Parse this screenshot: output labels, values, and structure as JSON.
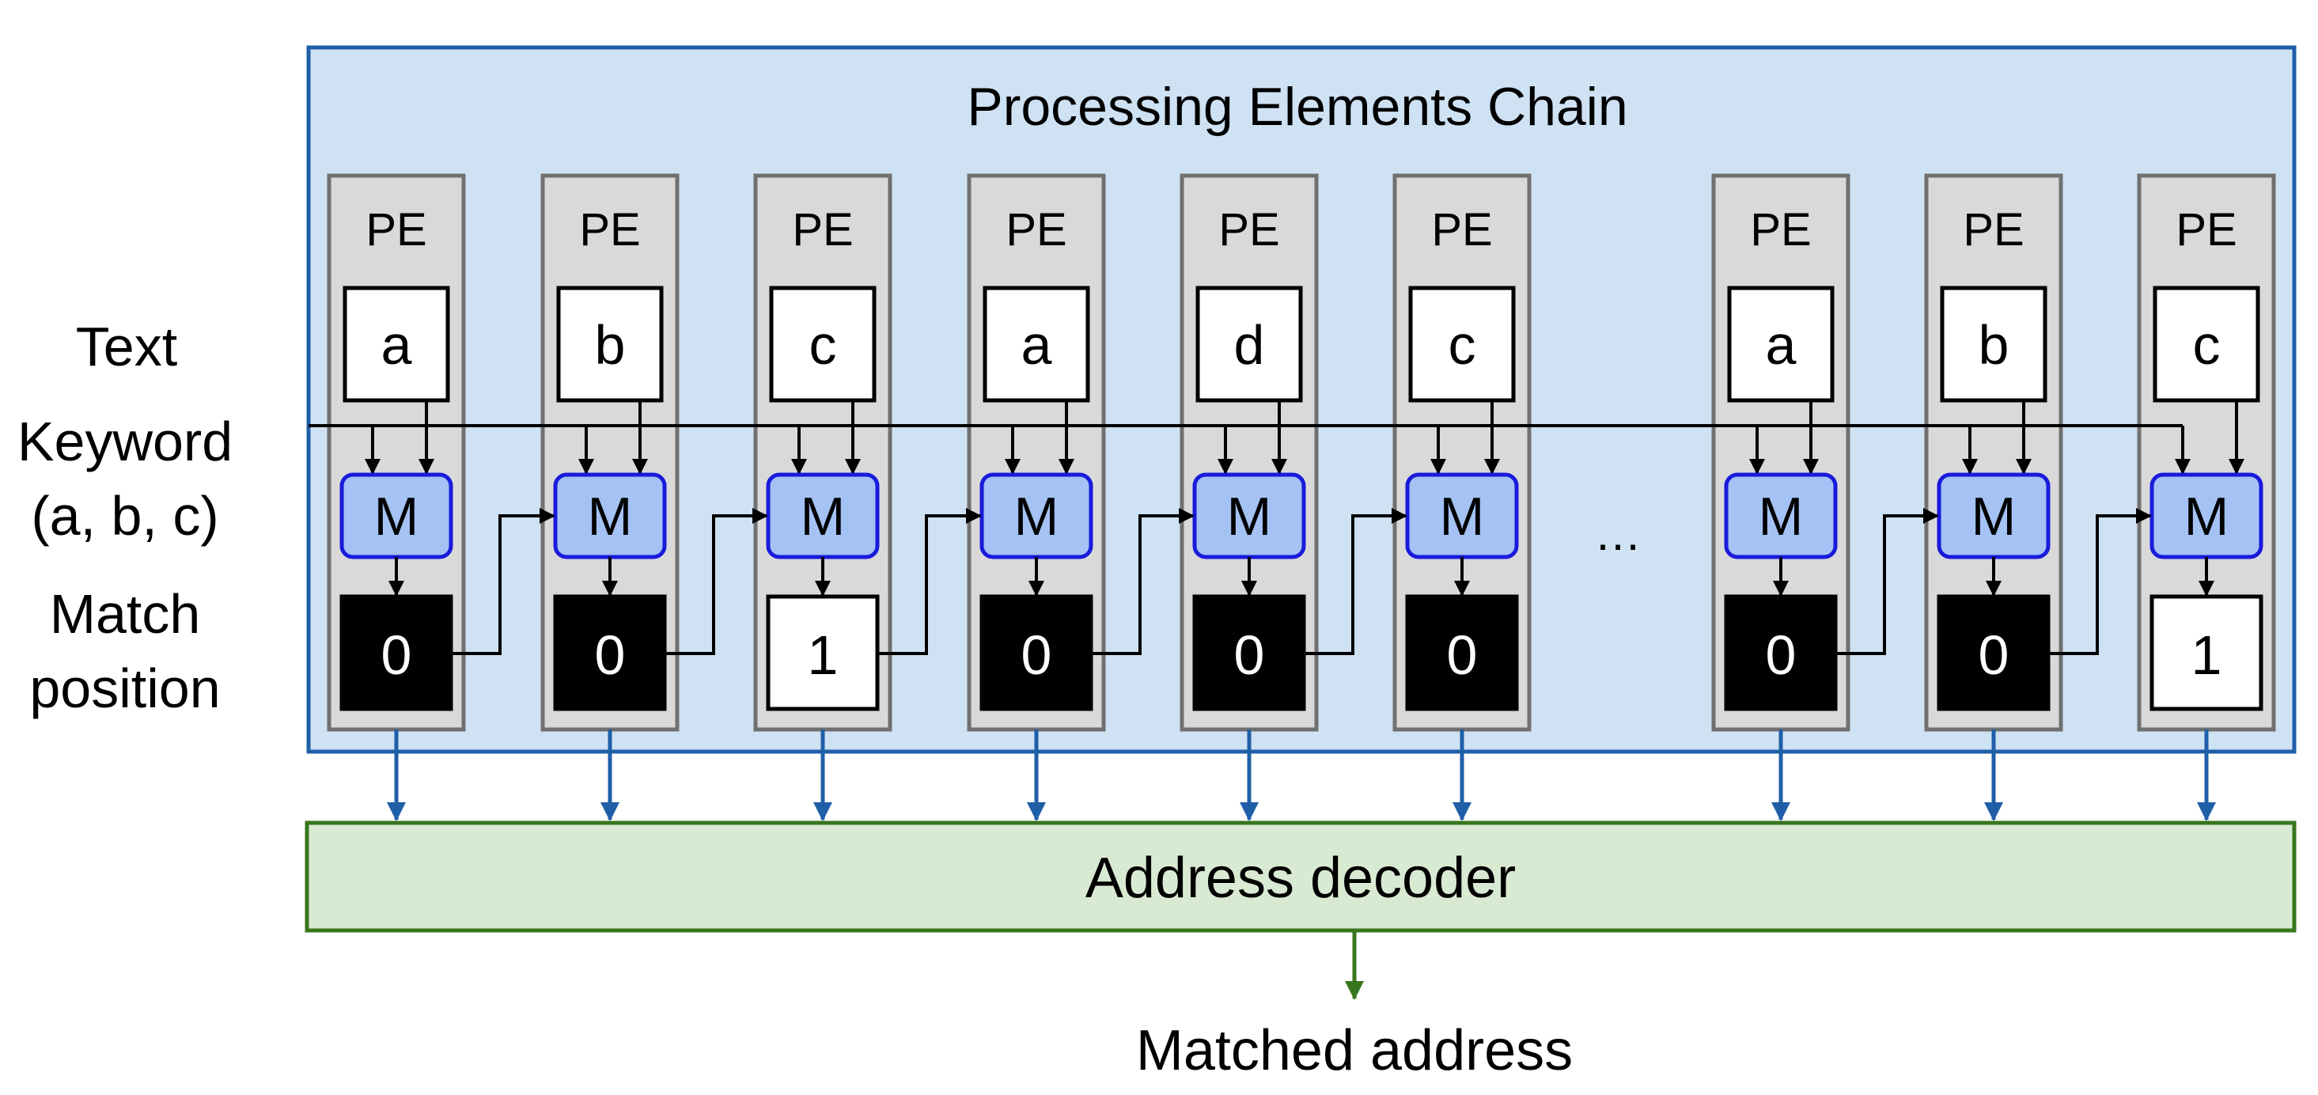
{
  "chain": {
    "title": "Processing Elements Chain",
    "fill": "#cfe2f3",
    "stroke": "#1f5fa8"
  },
  "side_labels": {
    "text": "Text",
    "keyword_line1": "Keyword",
    "keyword_line2": "(a, b, c)",
    "match_line1": "Match",
    "match_line2": "position"
  },
  "pe_label": "PE",
  "matcher_label": "M",
  "ellipsis": "…",
  "elements": [
    {
      "char": "a",
      "match": "0"
    },
    {
      "char": "b",
      "match": "0"
    },
    {
      "char": "c",
      "match": "1"
    },
    {
      "char": "a",
      "match": "0"
    },
    {
      "char": "d",
      "match": "0"
    },
    {
      "char": "c",
      "match": "0"
    },
    {
      "char": "a",
      "match": "0"
    },
    {
      "char": "b",
      "match": "0"
    },
    {
      "char": "c",
      "match": "1"
    }
  ],
  "decoder": {
    "label": "Address decoder",
    "fill": "#d9ead3",
    "stroke": "#38761d"
  },
  "output_label": "Matched address",
  "colors": {
    "pe_fill": "#d9d9d9",
    "pe_stroke": "#707070",
    "matcher_fill": "#a4c2f4",
    "matcher_stroke": "#1a1adb",
    "match_zero_fill": "#000000",
    "match_one_fill": "#ffffff",
    "bus_arrow": "#1f5fa8",
    "decoder_arrow": "#38761d"
  }
}
